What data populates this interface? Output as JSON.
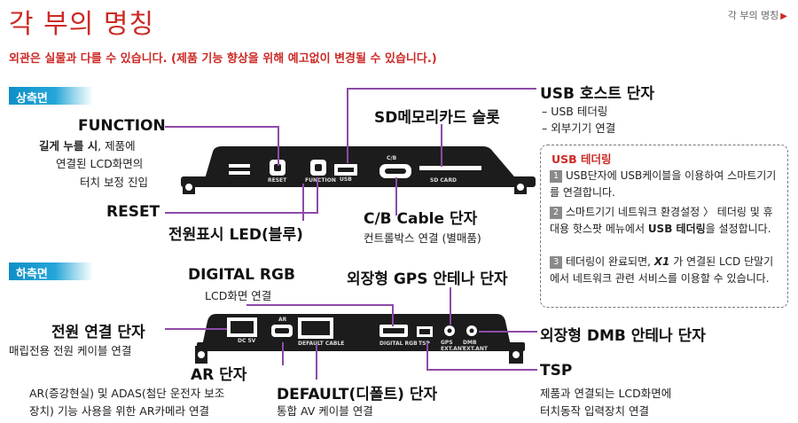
{
  "header": {
    "title": "각 부의 명칭",
    "breadcrumb": "각 부의 명칭"
  },
  "subtitle": "외관은 실물과 다를 수 있습니다. (제품 기능 향상을 위해 예고없이 변경될 수 있습니다.)",
  "top": {
    "tag": "상측면",
    "function": {
      "label": "FUNCTION",
      "desc_bold": "길게 누를 시",
      "desc_rest": ", 제품에",
      "desc2": "연결된 LCD화면의",
      "desc3": "터치 보정 진입"
    },
    "reset": {
      "label": "RESET"
    },
    "power_led": {
      "label": "전원표시 LED(블루)"
    },
    "usb_host": {
      "label": "USB 호스트 단자",
      "item1": "– USB 테더링",
      "item2": "– 외부기기 연결"
    },
    "sd_slot": {
      "label": "SD메모리카드 슬롯"
    },
    "cb_cable": {
      "label": "C/B Cable 단자",
      "desc": "컨트롤박스 연결 (별매품)"
    },
    "device_text": {
      "reset": "RESET",
      "function": "FUNCTION",
      "usb": "USB",
      "cb": "C/B",
      "sd": "SD CARD"
    }
  },
  "note": {
    "title": "USB 테더링",
    "items": [
      {
        "num": "1",
        "text": "USB단자에 USB케이블을 이용하여 스마트기기를 연결합니다."
      },
      {
        "num": "2",
        "text_pre": "스마트기기 네트워크 환경설정 〉 테더링 및 휴대용 핫스팟 메뉴에서 ",
        "text_bold": "USB 테더링",
        "text_post": "을 설정합니다."
      },
      {
        "num": "3",
        "text_pre": "테더링이 완료되면, ",
        "logo": "X1",
        "text_post": " 가 연결된 LCD 단말기에서 네트워크 관련 서비스를 이용할 수 있습니다."
      }
    ]
  },
  "bottom": {
    "tag": "하측면",
    "digital_rgb": {
      "label": "DIGITAL RGB",
      "desc": "LCD화면 연결"
    },
    "gps": {
      "label": "외장형 GPS 안테나 단자"
    },
    "power": {
      "label": "전원 연결 단자",
      "desc": "매립전용 전원 케이블 연결"
    },
    "dmb": {
      "label": "외장형 DMB 안테나 단자"
    },
    "ar": {
      "label": "AR 단자",
      "desc1": "AR(증강현실) 및 ADAS(첨단 운전자 보조",
      "desc2": "장치) 기능 사용을 위한 AR카메라 연결"
    },
    "default": {
      "label": "DEFAULT(디폴트) 단자",
      "desc": "통합 AV 케이블 연결"
    },
    "tsp": {
      "label": "TSP",
      "desc1": "제품과 연결되는 LCD화면에",
      "desc2": "터치동작 입력장치 연결"
    },
    "device_text": {
      "dc": "DC 5V",
      "ar": "AR",
      "default": "DEFAULT CABLE",
      "rgb": "DIGITAL RGB",
      "tsp": "TSP",
      "gps": "GPS EXT.ANT",
      "dmb": "DMB EXT.ANT"
    }
  },
  "colors": {
    "accent": "#cc2a26",
    "tag": "#1592c9",
    "leader": "#8e4aa8"
  }
}
